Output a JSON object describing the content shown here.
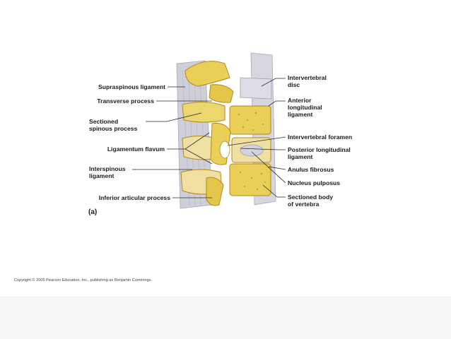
{
  "diagram": {
    "labels_left": [
      "Supraspinous ligament",
      "Transverse process",
      "Sectioned\nspinous process",
      "Ligamentum flavum",
      "Interspinous\nligament",
      "Inferior articular process"
    ],
    "labels_right": [
      "Intervertebral\ndisc",
      "Anterior\nlongitudinal\nligament",
      "Intervertebral foramen",
      "Posterior longitudinal\nligament",
      "Anulus fibrosus",
      "Nucleus pulposus",
      "Sectioned body\nof vertebra"
    ],
    "panel_tag": "(a)",
    "colors": {
      "bone": "#e9cf58",
      "bone_dark": "#c9a52a",
      "spongy": "#f1e4a4",
      "ligament": "#c9c8d3",
      "disc": "#dcdde6",
      "leader": "#2a2a2a"
    }
  },
  "footer": {
    "copyright": "Copyright © 2005 Pearson Education, Inc., publishing as Benjamin Cummings."
  }
}
